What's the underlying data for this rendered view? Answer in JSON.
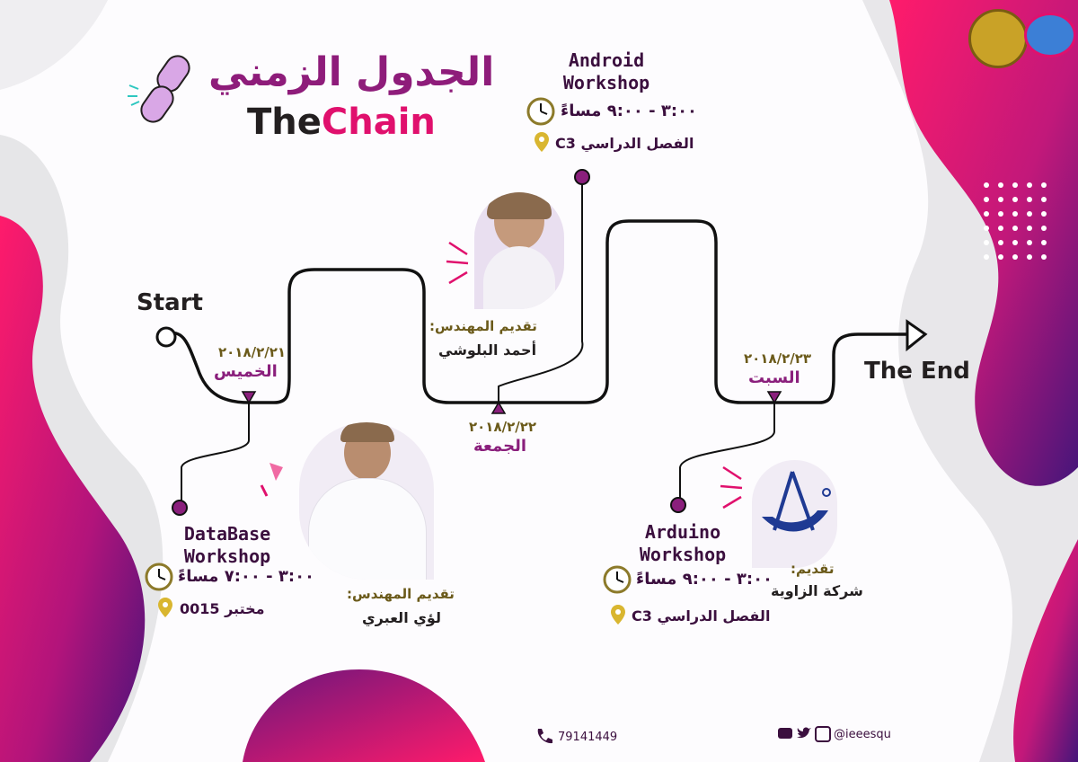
{
  "title": {
    "arabic": "الجدول الزمني",
    "english_prefix": "The",
    "english_highlight": "Chain"
  },
  "path": {
    "start_label": "Start",
    "end_label": "The End"
  },
  "days": [
    {
      "date": "٢٠١٨/٢/٢١",
      "day": "الخميس"
    },
    {
      "date": "٢٠١٨/٢/٢٢",
      "day": "الجمعة"
    },
    {
      "date": "٢٠١٨/٢/٢٣",
      "day": "السبت"
    }
  ],
  "workshops": [
    {
      "title_line1": "DataBase",
      "title_line2": "Workshop",
      "time": "٣:٠٠ - ٧:٠٠ مساءً",
      "location": "مختبر 0015",
      "presenter_label": "تقديم المهندس:",
      "presenter_name": "لؤي العبري"
    },
    {
      "title_line1": "Android",
      "title_line2": "Workshop",
      "time": "٣:٠٠ - ٩:٠٠ مساءً",
      "location": "الفصل الدراسي C3",
      "presenter_label": "تقديم المهندس:",
      "presenter_name": "أحمد البلوشي"
    },
    {
      "title_line1": "Arduino",
      "title_line2": "Workshop",
      "time": "٣:٠٠ - ٩:٠٠ مساءً",
      "location": "الفصل الدراسي C3",
      "presenter_label": "تقديم:",
      "presenter_name": "شركة الزاوية"
    }
  ],
  "footer": {
    "phone": "79141449",
    "social_handle": "@ieeesqu"
  },
  "colors": {
    "magenta": "#e0106d",
    "deep_purple": "#5b1670",
    "accent_purple": "#8a1f7c",
    "ink": "#231f20"
  },
  "icons": [
    "chain-icon",
    "clock-icon",
    "location-pin-icon",
    "phone-icon",
    "youtube-icon",
    "twitter-icon",
    "instagram-icon",
    "university-logo",
    "ieee-logo",
    "company-logo"
  ]
}
